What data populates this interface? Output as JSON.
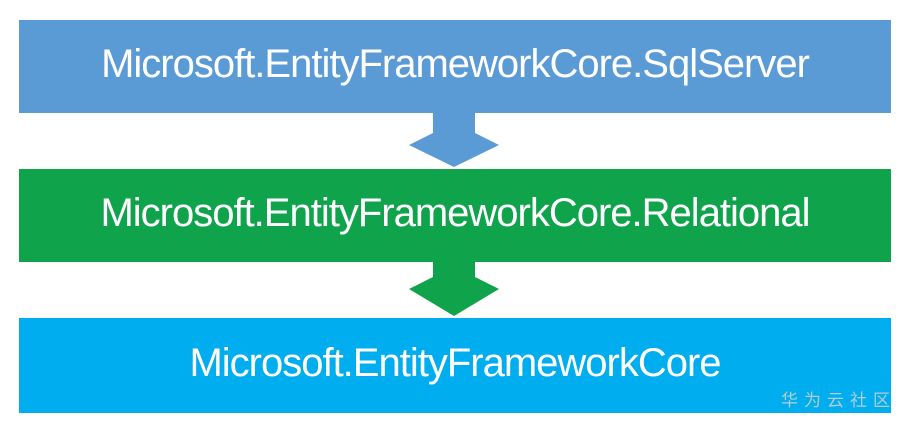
{
  "diagram": {
    "background_color": "#FFFFFF",
    "text_color": "#FFFFFF",
    "nodes": [
      {
        "id": "sqlserver",
        "label": "Microsoft.EntityFrameworkCore.SqlServer",
        "color": "#5B9BD5"
      },
      {
        "id": "relational",
        "label": "Microsoft.EntityFrameworkCore.Relational",
        "color": "#0FA44C"
      },
      {
        "id": "core",
        "label": "Microsoft.EntityFrameworkCore",
        "color": "#00AEEF"
      }
    ],
    "edges": [
      {
        "from": "Microsoft.EntityFrameworkCore.SqlServer",
        "to": "Microsoft.EntityFrameworkCore.Relational",
        "direction": "down",
        "color": "#5B9BD5"
      },
      {
        "from": "Microsoft.EntityFrameworkCore.Relational",
        "to": "Microsoft.EntityFrameworkCore",
        "direction": "down",
        "color": "#0FA44C"
      }
    ],
    "watermark": {
      "text": "华为云社区",
      "color": "#C9CFD2"
    }
  }
}
